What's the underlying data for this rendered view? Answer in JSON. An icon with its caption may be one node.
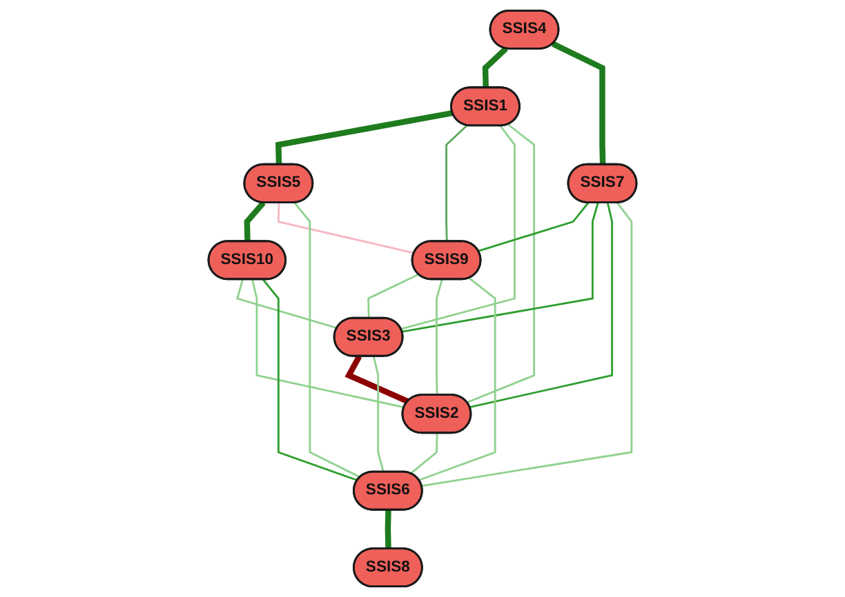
{
  "diagram": {
    "nodes": [
      {
        "text": [
          "SSIS4"
        ]
      },
      {
        "text": [
          "SSIS1"
        ]
      },
      {
        "text": [
          "SSIS5"
        ]
      },
      {
        "text": [
          "SSIS7"
        ]
      },
      {
        "text": [
          "SSIS10"
        ]
      },
      {
        "text": [
          "SSIS9"
        ]
      },
      {
        "text": [
          "SSIS3"
        ]
      },
      {
        "text": [
          "SSIS2"
        ]
      },
      {
        "text": [
          "SSIS6"
        ]
      },
      {
        "text": [
          "SSIS8"
        ]
      }
    ],
    "edges": [
      {
        "from": 0,
        "to": 1,
        "arrow": "none",
        "style": "thick",
        "color": "#1e7b1e"
      },
      {
        "from": 1,
        "to": 2,
        "arrow": "none",
        "style": "thick",
        "color": "#1e7b1e"
      },
      {
        "from": 0,
        "to": 3,
        "arrow": "none",
        "style": "thick",
        "color": "#1e7b1e"
      },
      {
        "from": 2,
        "to": 4,
        "arrow": "none",
        "style": "thick",
        "color": "#1e7b1e"
      },
      {
        "from": 1,
        "to": 5,
        "arrow": "none",
        "color": "#5aa85a"
      },
      {
        "from": 1,
        "to": 6,
        "arrow": "none"
      },
      {
        "from": 1,
        "to": 7,
        "arrow": "none"
      },
      {
        "from": 2,
        "to": 5,
        "arrow": "none",
        "color": "#f4b6c2"
      },
      {
        "from": 2,
        "to": 8,
        "arrow": "none"
      },
      {
        "from": 3,
        "to": 5,
        "arrow": "none",
        "color": "#2e9e2e"
      },
      {
        "from": 3,
        "to": 6,
        "arrow": "none",
        "color": "#2e9e2e"
      },
      {
        "from": 3,
        "to": 7,
        "arrow": "none",
        "color": "#2e9e2e"
      },
      {
        "from": 3,
        "to": 8,
        "arrow": "none"
      },
      {
        "from": 4,
        "to": 6,
        "arrow": "none"
      },
      {
        "from": 4,
        "to": 7,
        "arrow": "none"
      },
      {
        "from": 4,
        "to": 8,
        "arrow": "none",
        "color": "#2e9e2e"
      },
      {
        "from": 5,
        "to": 6,
        "arrow": "none"
      },
      {
        "from": 5,
        "to": 7,
        "arrow": "none"
      },
      {
        "from": 5,
        "to": 8,
        "arrow": "none"
      },
      {
        "from": 6,
        "to": 7,
        "arrow": "none",
        "style": "thick",
        "color": "#8b0000"
      },
      {
        "from": 6,
        "to": 8,
        "arrow": "none"
      },
      {
        "from": 7,
        "to": 8,
        "arrow": "none"
      },
      {
        "from": 8,
        "to": 9,
        "arrow": "none",
        "style": "thick",
        "color": "#1e7b1e"
      }
    ]
  }
}
